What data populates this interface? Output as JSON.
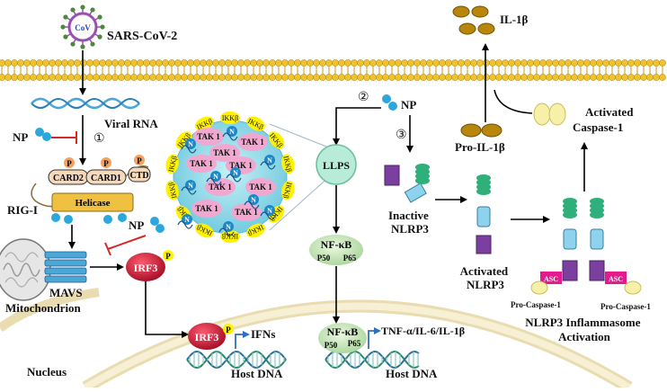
{
  "labels": {
    "virus": "SARS-CoV-2",
    "virus_inner": "CoV",
    "viral_rna": "Viral RNA",
    "np_left": "NP",
    "np_mid": "NP",
    "np_llps": "NP",
    "step1": "①",
    "step2": "②",
    "step3": "③",
    "card2": "CARD2",
    "card1": "CARD1",
    "ctd": "CTD",
    "helicase": "Helicase",
    "p": "P",
    "rigi": "RIG-I",
    "mavs": "MAVS",
    "mitochondrion": "Mitochondrion",
    "irf3": "IRF3",
    "irf3_nuc": "IRF3",
    "ifns": "IFNs",
    "nucleus": "Nucleus",
    "host_dna_1": "Host DNA",
    "host_dna_2": "Host DNA",
    "llps": "LLPS",
    "ikkb": "IKKβ",
    "tak1": "TAK 1",
    "n": "N",
    "nfkb": "NF-κB",
    "p50": "P50",
    "p65": "P65",
    "tnf": "TNF-α/IL-6/IL-1β",
    "il1b": "IL-1β",
    "pro_il1b": "Pro-IL-1β",
    "activated_caspase": "Activated\nCaspase-1",
    "inactive_nlrp3": "Inactive\nNLRP3",
    "activated_nlrp3": "Activated\nNLRP3",
    "asc": "ASC",
    "pro_caspase": "Pro-Caspase-1",
    "inflammasome": "NLRP3 Inflammasome\nActivation"
  },
  "colors": {
    "membrane": "#f0c22b",
    "membrane_tail": "#c89b1a",
    "np": "#2aa7dd",
    "irf3": "#cc1f3a",
    "helicase": "#f0c040",
    "card": "#f5d9b8",
    "phospho": "#f4a261",
    "nfkb": "#c8e6b8",
    "llps": "#b8ecd8",
    "droplet": "#9fdbe6",
    "tak1": "#f1a7d0",
    "ikkb": "#fff200",
    "nlrp3_purple": "#7b3fa0",
    "nlrp3_blue": "#8dd3ee",
    "nlrp3_green": "#2fb07a",
    "asc": "#e21c8f",
    "caspase": "#f7f0a8",
    "il1b": "#b8860b",
    "dna": "#8bc9c9"
  }
}
